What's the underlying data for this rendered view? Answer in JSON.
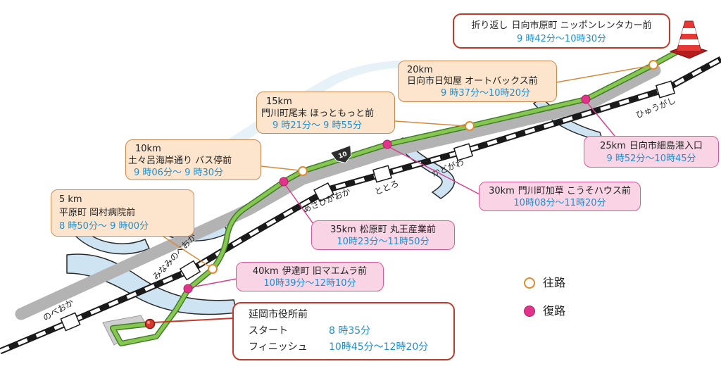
{
  "map": {
    "road_sign": "10",
    "colors": {
      "route": "#86c651",
      "outbound_marker": "#e08a2c",
      "return_marker": "#e0338a",
      "start_marker": "#d8372b",
      "time_text": "#1e8fd0",
      "outbound_box_fill": "#fde5cd",
      "return_box_fill": "#f9d4e5",
      "highlight_border": "#c0392b"
    }
  },
  "stations": {
    "nobeoka": "のべおか",
    "minami_nobeoka": "みなみのべおか",
    "asahigaoka": "あさひがおか",
    "totoro": "ととろ",
    "kadogawa": "かどがわ",
    "hyuga_shi": "ひゅうがし"
  },
  "turnaround": {
    "label": "折り返し",
    "place": "日向市原町 ニッポンレンタカー前",
    "time": "9 時42分～10時30分"
  },
  "outbound": {
    "km5": {
      "distance": "5 km",
      "place": "平原町 岡村病院前",
      "time": "8 時50分～ 9 時00分"
    },
    "km10": {
      "distance": "10km",
      "place": "土々呂海岸通り バス停前",
      "time": "9 時06分～ 9 時30分"
    },
    "km15": {
      "distance": "15km",
      "place": "門川町尾末 ほっともっと前",
      "time": "9 時21分～ 9 時55分"
    },
    "km20": {
      "distance": "20km",
      "place": "日向市日知屋 オートバックス前",
      "time": "9 時37分～10時20分"
    }
  },
  "return": {
    "km25": {
      "distance": "25km",
      "place": "日向市細島港入口",
      "time": "9 時52分～10時45分"
    },
    "km30": {
      "distance": "30km",
      "place": "門川町加草 こうそハウス前",
      "time": "10時08分～11時20分"
    },
    "km35": {
      "distance": "35km",
      "place": "松原町 丸王産業前",
      "time": "10時23分～11時50分"
    },
    "km40": {
      "distance": "40km",
      "place": "伊達町 旧マエムラ前",
      "time": "10時39分～12時10分"
    }
  },
  "start": {
    "place": "延岡市役所前",
    "start_label": "スタート",
    "start_time": "8 時35分",
    "finish_label": "フィニッシュ",
    "finish_time": "10時45分～12時20分"
  },
  "legend": {
    "outbound": "往路",
    "return": "復路"
  }
}
